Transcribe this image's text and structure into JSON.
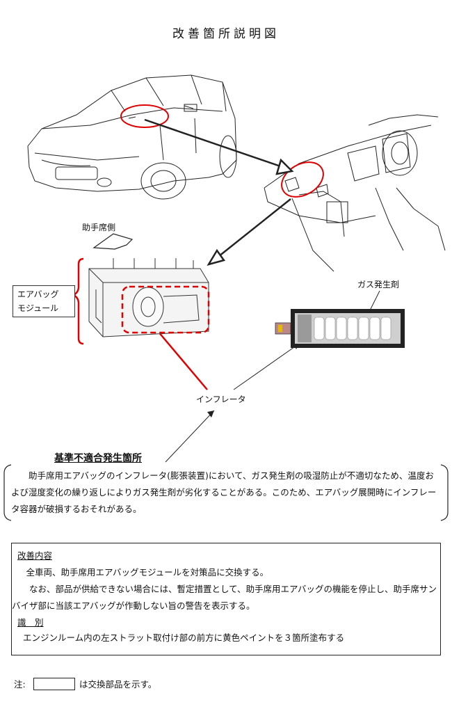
{
  "title": "改善箇所説明図",
  "labels": {
    "passenger_side": "助手席側",
    "module_line1": "エアバッグ",
    "module_line2": "モジュール",
    "gas_generant": "ガス発生剤",
    "inflator": "インフレータ"
  },
  "nonconformity": {
    "heading": "基準不適合発生箇所",
    "text": "助手席用エアバッグのインフレータ(膨張装置)において、ガス発生剤の吸湿防止が不適切なため、温度および湿度変化の繰り返しによりガス発生剤が劣化することがある。このため、エアバッグ展開時にインフレータ容器が破損するおそれがある。"
  },
  "improvement": {
    "heading": "改善内容",
    "line1": "全車両、助手席用エアバッグモジュールを対策品に交換する。",
    "line2": "なお、部品が供給できない場合には、暫定措置として、助手席用エアバッグの機能を停止し、助手席サンバイザ部に当該エアバッグが作動しない旨の警告を表示する。",
    "id_heading": "識　別",
    "id_text": "エンジンルーム内の左ストラット取付け部の前方に黄色ペイントを３箇所塗布する"
  },
  "note": {
    "prefix": "注:",
    "suffix": "は交換部品を示す。"
  },
  "colors": {
    "highlight": "#e00000",
    "line": "#222222"
  }
}
